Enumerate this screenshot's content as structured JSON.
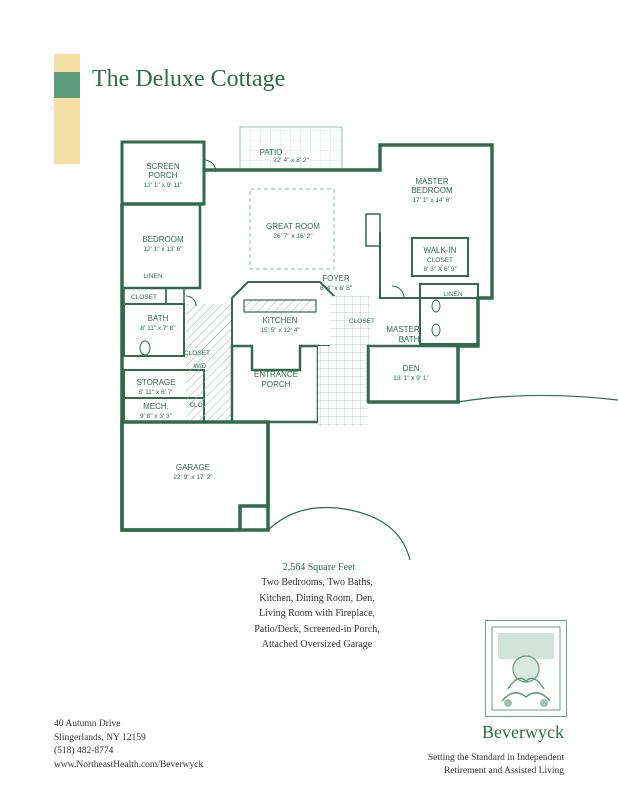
{
  "title": "The Deluxe Cottage",
  "rooms": {
    "patio": {
      "name": "PATIO",
      "dim": "22' 4\" x 8' 2\""
    },
    "screen_porch": {
      "name1": "SCREEN",
      "name2": "PORCH",
      "dim": "12' 1\" x 9' 11\""
    },
    "master_bedroom": {
      "name1": "MASTER",
      "name2": "BEDROOM",
      "dim": "17' 1\" x 14' 6\""
    },
    "great_room": {
      "name": "GREAT ROOM",
      "dim": "26' 7\" x 16' 2\""
    },
    "bedroom": {
      "name": "BEDROOM",
      "dim": "12' 1\" x 13' 6\""
    },
    "walk_in_closet": {
      "name1": "WALK-IN",
      "name2": "CLOSET",
      "dim": "8' 3\" X 6' 9\""
    },
    "foyer": {
      "name": "FOYER",
      "dim": "6' 4\" x 6' 8\""
    },
    "kitchen": {
      "name": "KITCHEN",
      "dim": "15' 5\" x 12' 4\""
    },
    "bath": {
      "name": "BATH",
      "dim": "8' 11\" x 7' 8\""
    },
    "master_bath": {
      "name1": "MASTER",
      "name2": "BATH"
    },
    "entrance_porch": {
      "name1": "ENTRANCE",
      "name2": "PORCH"
    },
    "den": {
      "name": "DEN",
      "dim": "13' 1\" x 9' 1\""
    },
    "storage": {
      "name": "STORAGE",
      "dim": "8' 11\" x 6' 7\""
    },
    "mech": {
      "name": "MECH.",
      "dim": "9' 8\" x 3' 3\""
    },
    "garage": {
      "name": "GARAGE",
      "dim": "22' 9\" x 17' 2\""
    }
  },
  "small_labels": {
    "linen": "LINEN",
    "closet": "CLOSET",
    "wd": "W/D",
    "clo": "CLO"
  },
  "square_feet": "2,564 Square Feet",
  "description_lines": [
    "Two Bedrooms, Two Baths,",
    "Kitchen, Dining Room, Den,",
    "Living Room with Fireplace,",
    "Patio/Deck, Screened-in Porch,",
    "Attached Oversized Garage"
  ],
  "address_lines": [
    "40 Autumn Drive",
    "Slingerlands, NY 12159",
    "(518) 482-8774",
    "www.NortheastHealth.com/Beverwyck"
  ],
  "brand": "Beverwyck",
  "tagline_lines": [
    "Setting the Standard in Independent",
    "Retirement and Assisted Living"
  ],
  "colors": {
    "accent_green": "#2f6b4c",
    "band_yellow": "#f6dfa3",
    "band_green": "#5c9d7b"
  }
}
